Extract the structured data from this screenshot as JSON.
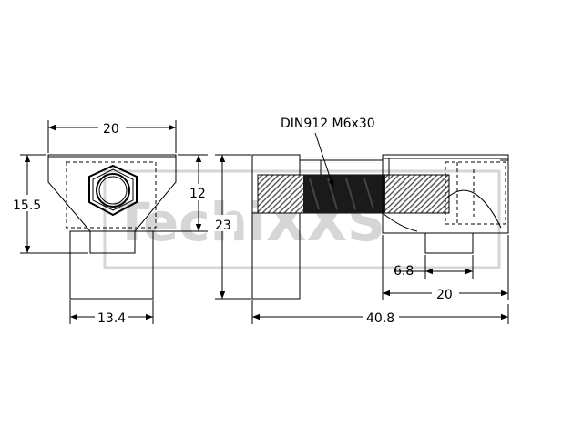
{
  "watermark": {
    "text": "TechiXXS",
    "color": "#d6d6d6"
  },
  "colors": {
    "line": "#000000",
    "thread": "#555555",
    "background": "#ffffff"
  },
  "callout": {
    "label": "DIN912 M6x30"
  },
  "dimensions": {
    "front_width": "20",
    "front_bottom_width": "13.4",
    "front_height": "15.5",
    "side_overall_height": "23",
    "side_upper_height": "12",
    "overall_length": "40.8",
    "right_block_length": "20",
    "right_stud_width": "6.8"
  }
}
